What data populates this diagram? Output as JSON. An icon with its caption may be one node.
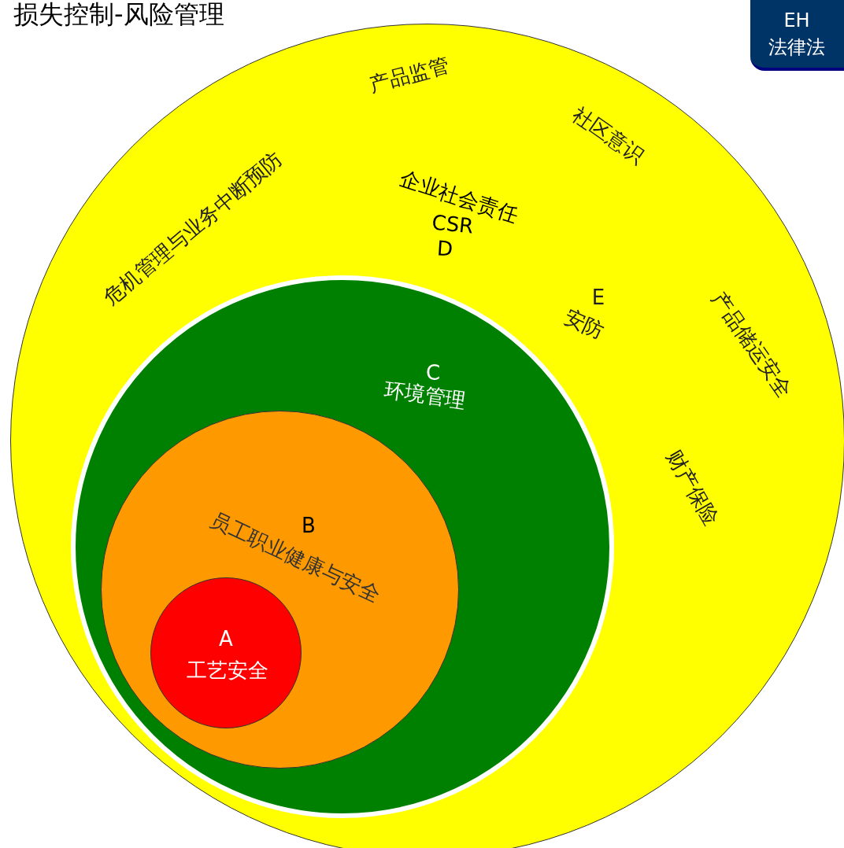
{
  "diagram": {
    "title": "损失控制-风险管理",
    "nodes": [
      {
        "text": [
          "企业社会责任",
          "CSR",
          "D"
        ]
      },
      {
        "text": [
          "C",
          "环境管理"
        ],
        "in": 0
      },
      {
        "text": [
          "B",
          "员工职业健康与安全"
        ],
        "in": 1
      },
      {
        "text": [
          "A",
          "工艺安全"
        ],
        "in": 2
      },
      {
        "text": [
          "EH",
          "法律法"
        ]
      }
    ],
    "labels": [
      "产品监管",
      "社区意识",
      "危机管理与业务中断预防",
      "E",
      "安防",
      "产品储运安全",
      "财产保险"
    ]
  }
}
